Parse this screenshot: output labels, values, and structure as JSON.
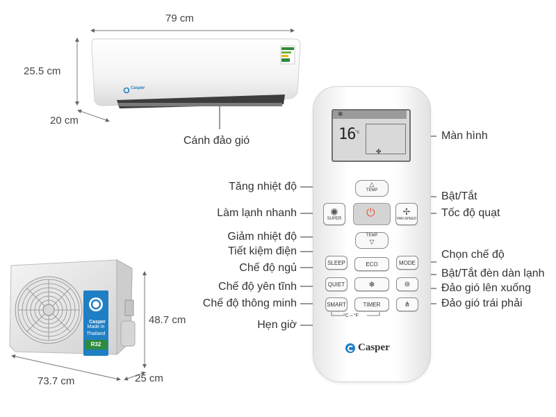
{
  "dimensions": {
    "indoor_width": "79 cm",
    "indoor_height": "25.5 cm",
    "indoor_depth": "20 cm",
    "outdoor_height": "48.7 cm",
    "outdoor_width": "73.7 cm",
    "outdoor_depth": "25 cm"
  },
  "indoor_unit": {
    "brand": "Casper",
    "callout_louver": "Cánh đảo gió"
  },
  "outdoor_unit": {
    "brand": "Casper",
    "made_in": "Made in",
    "country": "Thailand",
    "refrigerant": "R32"
  },
  "remote": {
    "display_temp": "16",
    "display_unit": "°c",
    "brand": "Casper",
    "buttons": {
      "temp_up": "TEMP",
      "temp_down": "TEMP",
      "super": "SUPER",
      "fan_speed": "FAN SPEED",
      "sleep": "SLEEP",
      "eco": "ECO",
      "mode": "MODE",
      "quiet": "QUIET",
      "smart": "SMART",
      "timer": "TIMER",
      "unit_toggle": "°C⇔°F"
    }
  },
  "callouts": {
    "screen": "Màn hình",
    "temp_up": "Tăng nhiệt độ",
    "power": "Bật/Tắt",
    "quick_cool": "Làm lạnh nhanh",
    "fan_speed": "Tốc độ quạt",
    "temp_down": "Giảm nhiệt độ",
    "eco": "Tiết kiệm điện",
    "mode": "Chọn chế độ",
    "sleep": "Chế độ ngủ",
    "light": "Bật/Tắt đèn dàn lạnh",
    "quiet": "Chế độ yên tĩnh",
    "swing_vertical": "Đảo gió lên xuống",
    "smart": "Chế độ thông minh",
    "swing_horizontal": "Đảo gió trái phải",
    "timer": "Hẹn giờ"
  },
  "colors": {
    "brand_blue": "#1f7fc4",
    "power_red": "#e85a3c",
    "energy_green": "#2e8b3e"
  }
}
